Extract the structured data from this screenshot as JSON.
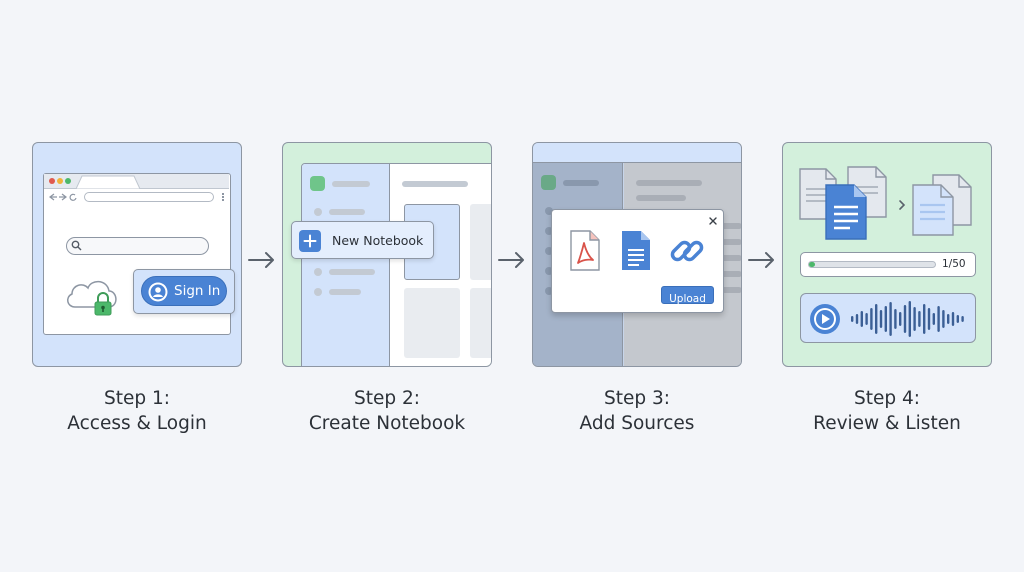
{
  "steps": [
    {
      "title": "Step 1:",
      "subtitle": "Access & Login",
      "button_label": "Sign In"
    },
    {
      "title": "Step 2:",
      "subtitle": "Create Notebook",
      "button_label": "New Notebook"
    },
    {
      "title": "Step 3:",
      "subtitle": "Add Sources",
      "button_label": "Upload"
    },
    {
      "title": "Step 4:",
      "subtitle": "Review & Listen",
      "counter": "1/50",
      "progress": 0.02
    }
  ],
  "colors": {
    "background": "#f3f5f9",
    "panel_blue": "#d3e3fb",
    "panel_green": "#d3f0dc",
    "accent_blue": "#4a83d4",
    "lock_green": "#4cb86a",
    "pdf_red": "#d9534a",
    "border": "#8d96a3"
  },
  "icons": [
    "search-icon",
    "cloud-icon",
    "lock-icon",
    "user-icon",
    "plus-icon",
    "close-icon",
    "pdf-icon",
    "doc-icon",
    "link-icon",
    "play-icon",
    "waveform-icon",
    "arrow-right-icon"
  ]
}
